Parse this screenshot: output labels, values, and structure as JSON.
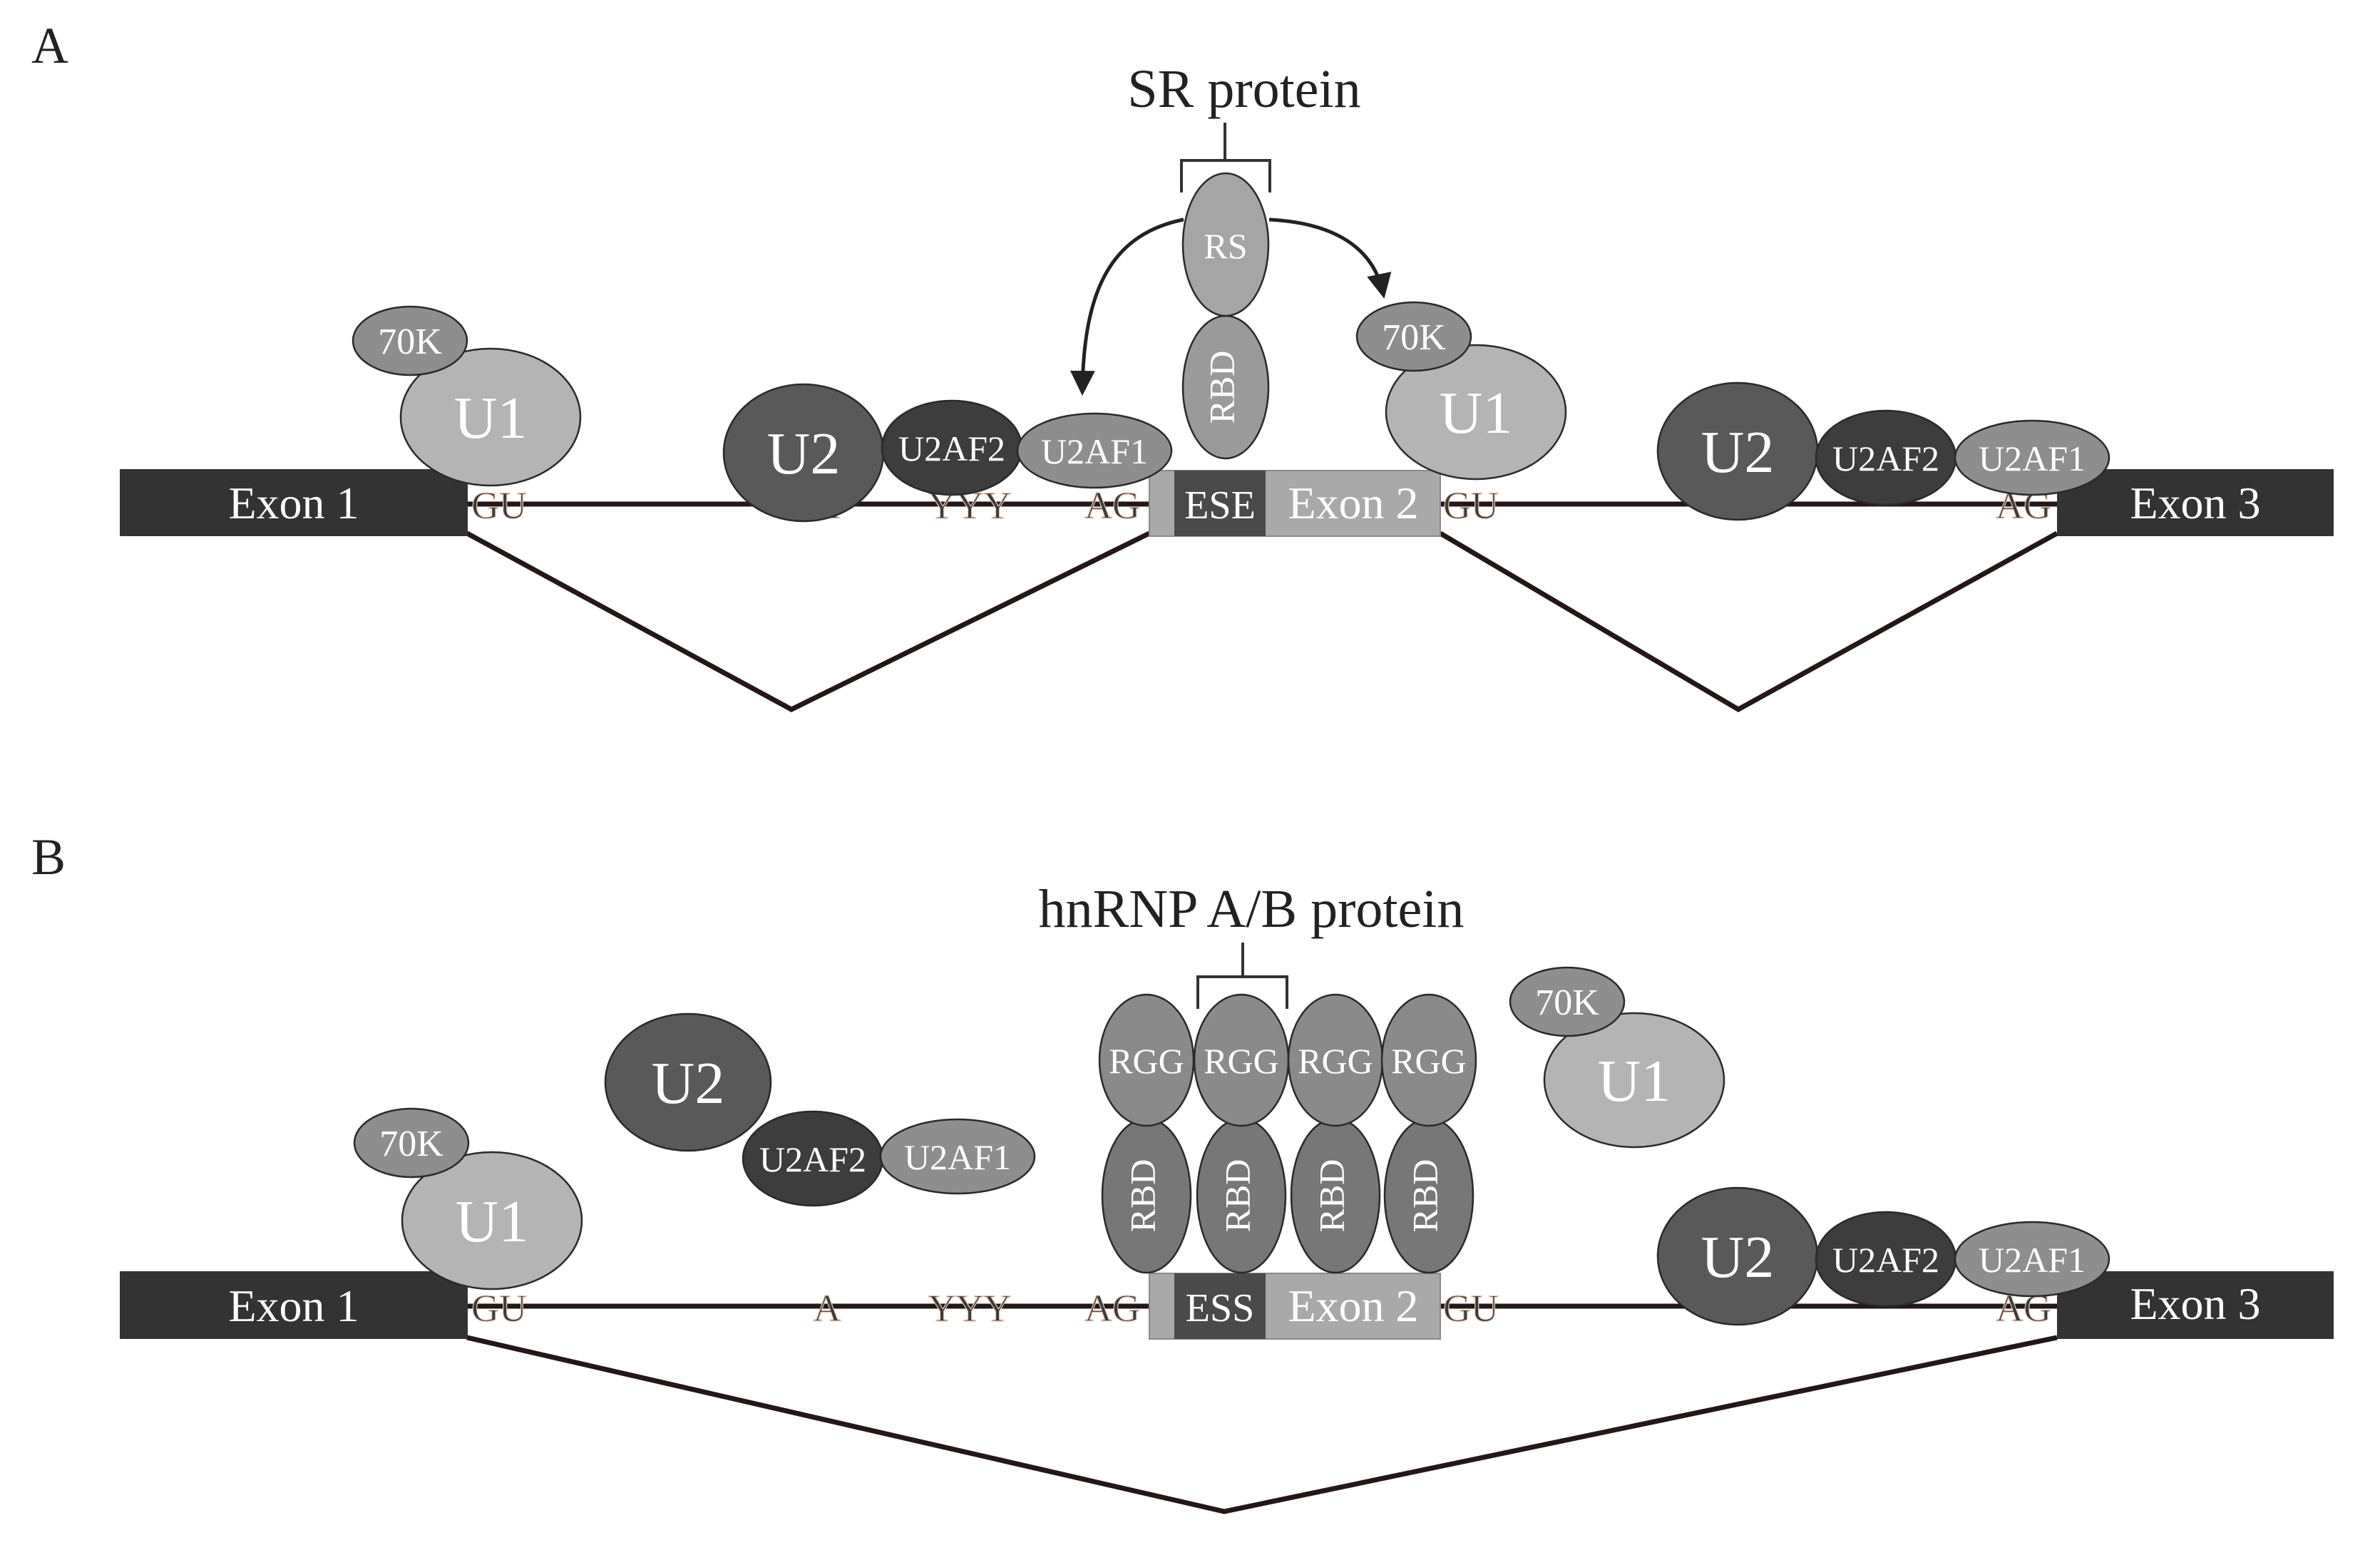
{
  "panels": [
    {
      "letter": "A",
      "title": "SR protein",
      "exons": {
        "exon1": "Exon 1",
        "exon2": "Exon 2",
        "exon3": "Exon 3"
      },
      "element": "ESE",
      "sites": {
        "gu1": "GU",
        "branch": "A",
        "polypyrimidine": "YYY",
        "ag1": "AG",
        "gu2": "GU",
        "ag2": "AG"
      },
      "complexes": {
        "u1": "U1",
        "k70": "70K",
        "u2": "U2",
        "u2af2": "U2AF2",
        "u2af1": "U2AF1",
        "u1b": "U1",
        "k70b": "70K",
        "u2b": "U2",
        "u2af2b": "U2AF2",
        "u2af1b": "U2AF1"
      },
      "domains": {
        "rs": "RS",
        "rbd": "RBD"
      }
    },
    {
      "letter": "B",
      "title": "hnRNP A/B protein",
      "exons": {
        "exon1": "Exon 1",
        "exon2": "Exon 2",
        "exon3": "Exon 3"
      },
      "element": "ESS",
      "sites": {
        "gu1": "GU",
        "branch": "A",
        "polypyrimidine": "YYY",
        "ag1": "AG",
        "gu2": "GU",
        "ag2": "AG"
      },
      "complexes": {
        "u1": "U1",
        "k70": "70K",
        "u2": "U2",
        "u2af2": "U2AF2",
        "u2af1": "U2AF1",
        "u1b": "U1",
        "k70b": "70K",
        "u2b": "U2",
        "u2af2b": "U2AF2",
        "u2af1b": "U2AF1"
      },
      "domains": {
        "rgg": [
          "RGG",
          "RGG",
          "RGG",
          "RGG"
        ],
        "rbd": [
          "RBD",
          "RBD",
          "RBD",
          "RBD"
        ]
      }
    }
  ],
  "colors": {
    "exon_dark": "#333333",
    "exon_light": "#a9a9a9",
    "element_dark": "#4a4a4a",
    "u1": "#b4b4b4",
    "k70": "#8e8e8e",
    "u2": "#595959",
    "u2af2": "#3d3d3d",
    "u2af1": "#8e8e8e",
    "sr_domain": "#9a9a9a",
    "hnrnp_domain": "#777777"
  }
}
